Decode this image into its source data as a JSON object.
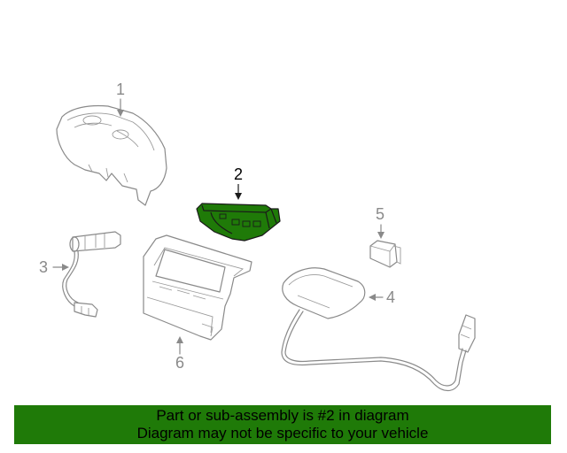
{
  "callouts": {
    "c1": "1",
    "c2": "2",
    "c3": "3",
    "c4": "4",
    "c5": "5",
    "c6": "6"
  },
  "highlighted_part": "2",
  "colors": {
    "highlight_fill": "#1f7a08",
    "part_line": "#8a8a8a",
    "banner_bg": "#1f7a08"
  },
  "banner": {
    "line1": "Part or sub-assembly is #2 in diagram",
    "line2": "Diagram may not be specific to your vehicle"
  }
}
